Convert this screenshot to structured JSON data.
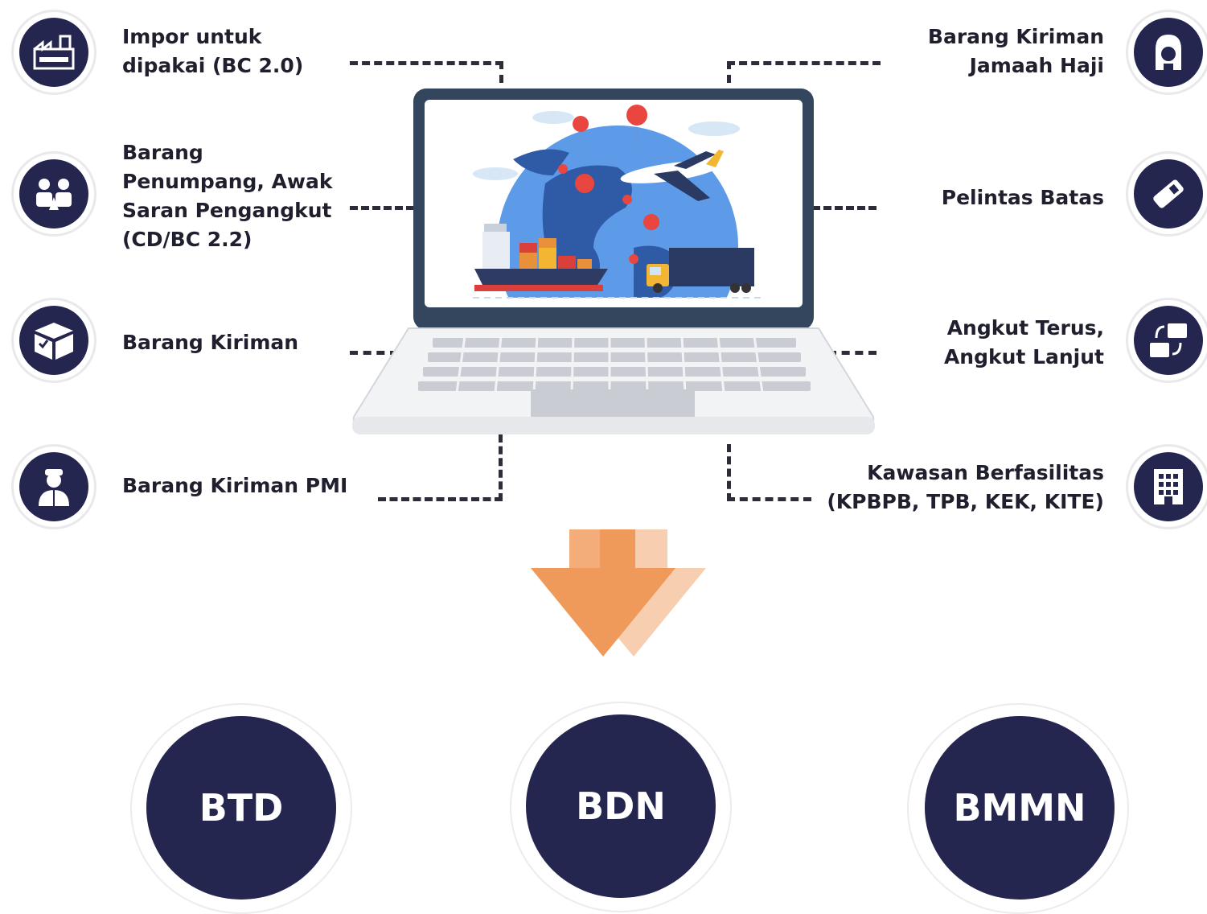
{
  "colors": {
    "navy": "#252650",
    "orange": "#ef9a5a",
    "orange_light": "#f6c9a6"
  },
  "left_items": [
    {
      "label_lines": [
        "Impor untuk",
        "dipakai (BC 2.0)"
      ],
      "icon": "factory-icon"
    },
    {
      "label_lines": [
        "Barang",
        "Penumpang, Awak",
        "Saran Pengangkut",
        "(CD/BC 2.2)"
      ],
      "icon": "passengers-icon"
    },
    {
      "label_lines": [
        "Barang Kiriman"
      ],
      "icon": "package-icon"
    },
    {
      "label_lines": [
        "Barang Kiriman PMI"
      ],
      "icon": "worker-icon"
    }
  ],
  "right_items": [
    {
      "label_lines": [
        "Barang Kiriman",
        "Jamaah Haji"
      ],
      "icon": "hajj-pilgrim-icon"
    },
    {
      "label_lines": [
        "Pelintas Batas"
      ],
      "icon": "pass-card-icon"
    },
    {
      "label_lines": [
        "Angkut Terus,",
        "Angkut Lanjut"
      ],
      "icon": "transfer-containers-icon"
    },
    {
      "label_lines": [
        "Kawasan Berfasilitas",
        "(KPBPB, TPB, KEK, KITE)"
      ],
      "icon": "building-icon"
    }
  ],
  "center_image": "laptop-logistics-illustration",
  "arrow_icon": "down-arrow-icon",
  "outcomes": [
    "BTD",
    "BDN",
    "BMMN"
  ]
}
